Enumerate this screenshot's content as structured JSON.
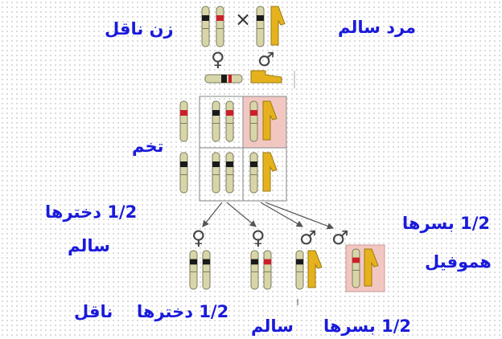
{
  "colors": {
    "label_text": "#1a1adb",
    "chromosome_x_body": "#d8d6a8",
    "chromosome_outline": "#7a7a60",
    "healthy_allele": "#1a1a1a",
    "hemophilia_allele": "#cc1f2b",
    "y_chromosome": "#e5b21e",
    "affected_highlight": "#f2c7c2",
    "grid_line": "#9a9a9a",
    "arrow": "#555555"
  },
  "labels": {
    "healthy_man": "مرد سالم",
    "carrier_woman": "زن ناقل",
    "cross_symbol": "×",
    "female_symbol": "♀",
    "male_symbol": "♂",
    "egg": "تخم",
    "daughters_healthy_fraction": "1/2 دخترها",
    "daughters_healthy_word": "سالم",
    "daughters_carrier_fraction": "1/2 دخترها",
    "daughters_carrier_word": "ناقل",
    "sons_healthy_fraction": "1/2 بسرها",
    "sons_healthy_word": "سالم",
    "sons_hemophilia_fraction": "1/2 بسرها",
    "sons_hemophilia_word": "هموفيل"
  },
  "punnett": {
    "rows": 2,
    "cols": 2,
    "affected_cell": "top-right"
  }
}
